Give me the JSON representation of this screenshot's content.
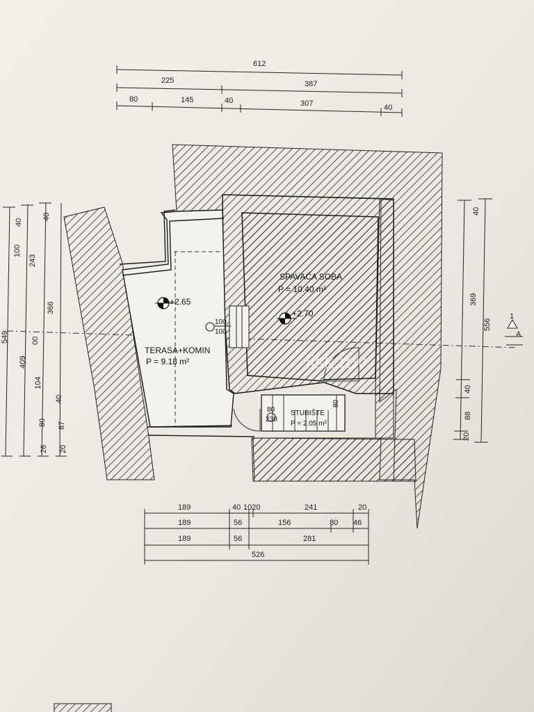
{
  "plan": {
    "top_dims": {
      "row1": [
        "612"
      ],
      "row2": [
        "225",
        "387"
      ],
      "row3": [
        "80",
        "145",
        "40",
        "307",
        "40"
      ]
    },
    "left_dims": {
      "col_a": [
        "40",
        "100",
        "243",
        "00",
        "409",
        "80",
        "26"
      ],
      "col_b": [
        "40",
        "366",
        "104",
        "87",
        "20",
        "40"
      ],
      "col_c": [
        "549"
      ]
    },
    "right_dims": {
      "inner": [
        "40",
        "369",
        "40",
        "88",
        "20"
      ],
      "outer": [
        "556"
      ]
    },
    "bottom_dims": {
      "row1": [
        "189",
        "40",
        "1020",
        "241",
        "20"
      ],
      "row2": [
        "189",
        "56",
        "156",
        "80",
        "46"
      ],
      "row3": [
        "189",
        "56",
        "281"
      ],
      "row4": [
        "526"
      ]
    },
    "rooms": {
      "bedroom": {
        "name": "SPAVAĆA SOBA",
        "area": "P = 10.40 m²",
        "level": "+2.70"
      },
      "terrace": {
        "name": "TERASA+KOMIN",
        "area": "P = 9.18 m²",
        "level": "+2.65"
      },
      "stairs": {
        "name": "STUBIŠTE",
        "area": "P = 2.05 m²"
      }
    },
    "openings": {
      "door_left_a": "100",
      "door_left_b": "100",
      "door_label_1": "80",
      "door_label_2": "230",
      "door_stair": "80"
    },
    "section_marker": "1",
    "watermark": "lisk.rov"
  },
  "colors": {
    "paper": "#efebe4",
    "ink": "#1c1c1c",
    "hatch": "#222222"
  }
}
